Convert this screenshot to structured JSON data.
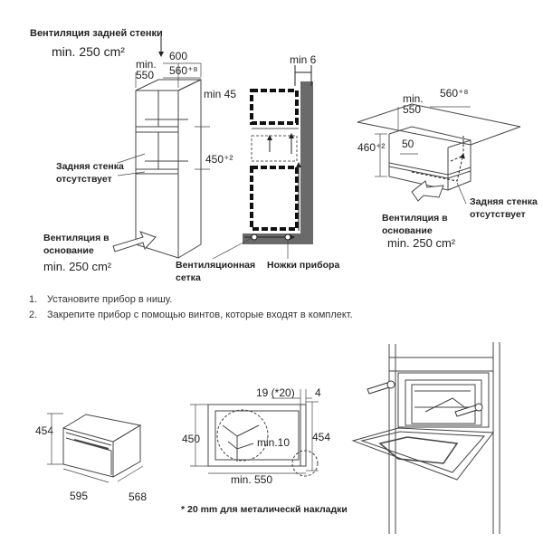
{
  "diagram_a": {
    "title": "Вентиляция задней стенки",
    "min250_top": "min. 250 cm²",
    "d600": "600",
    "min550": "min.",
    "min550b": "550",
    "d560": "560⁺⁸",
    "min45": "min 45",
    "d450": "450⁺²",
    "rear_wall_1": "Задняя стенка",
    "rear_wall_2": "отсутствует",
    "base_vent_1": "Вентиляция в",
    "base_vent_2": "основание",
    "min250_bottom": "min. 250 cm²"
  },
  "diagram_b": {
    "min6": "min 6",
    "vent_grille_1": "Вентиляционная",
    "vent_grille_2": "сетка",
    "feet": "Ножки прибора"
  },
  "diagram_c": {
    "min": "min.",
    "d550": "550",
    "d560": "560⁺⁸",
    "d460": "460⁺²",
    "d50": "50",
    "rear_wall_1": "Задняя стенка",
    "rear_wall_2": "отсутствует",
    "base_vent_1": "Вентиляция в",
    "base_vent_2": "основание",
    "min250": "min. 250 cm²"
  },
  "steps": [
    {
      "num": "1.",
      "text": "Установите прибор в нишу."
    },
    {
      "num": "2.",
      "text": "Закрепите прибор с помощью винтов, которые входят в комплект."
    }
  ],
  "diagram_d": {
    "h454": "454",
    "w595": "595",
    "d568": "568"
  },
  "diagram_e": {
    "d19": "19 (*20)",
    "d4": "4",
    "h450": "450",
    "h454": "454",
    "min10": "min.10",
    "min550": "min. 550",
    "footnote": "* 20 mm для металическй накладки"
  }
}
